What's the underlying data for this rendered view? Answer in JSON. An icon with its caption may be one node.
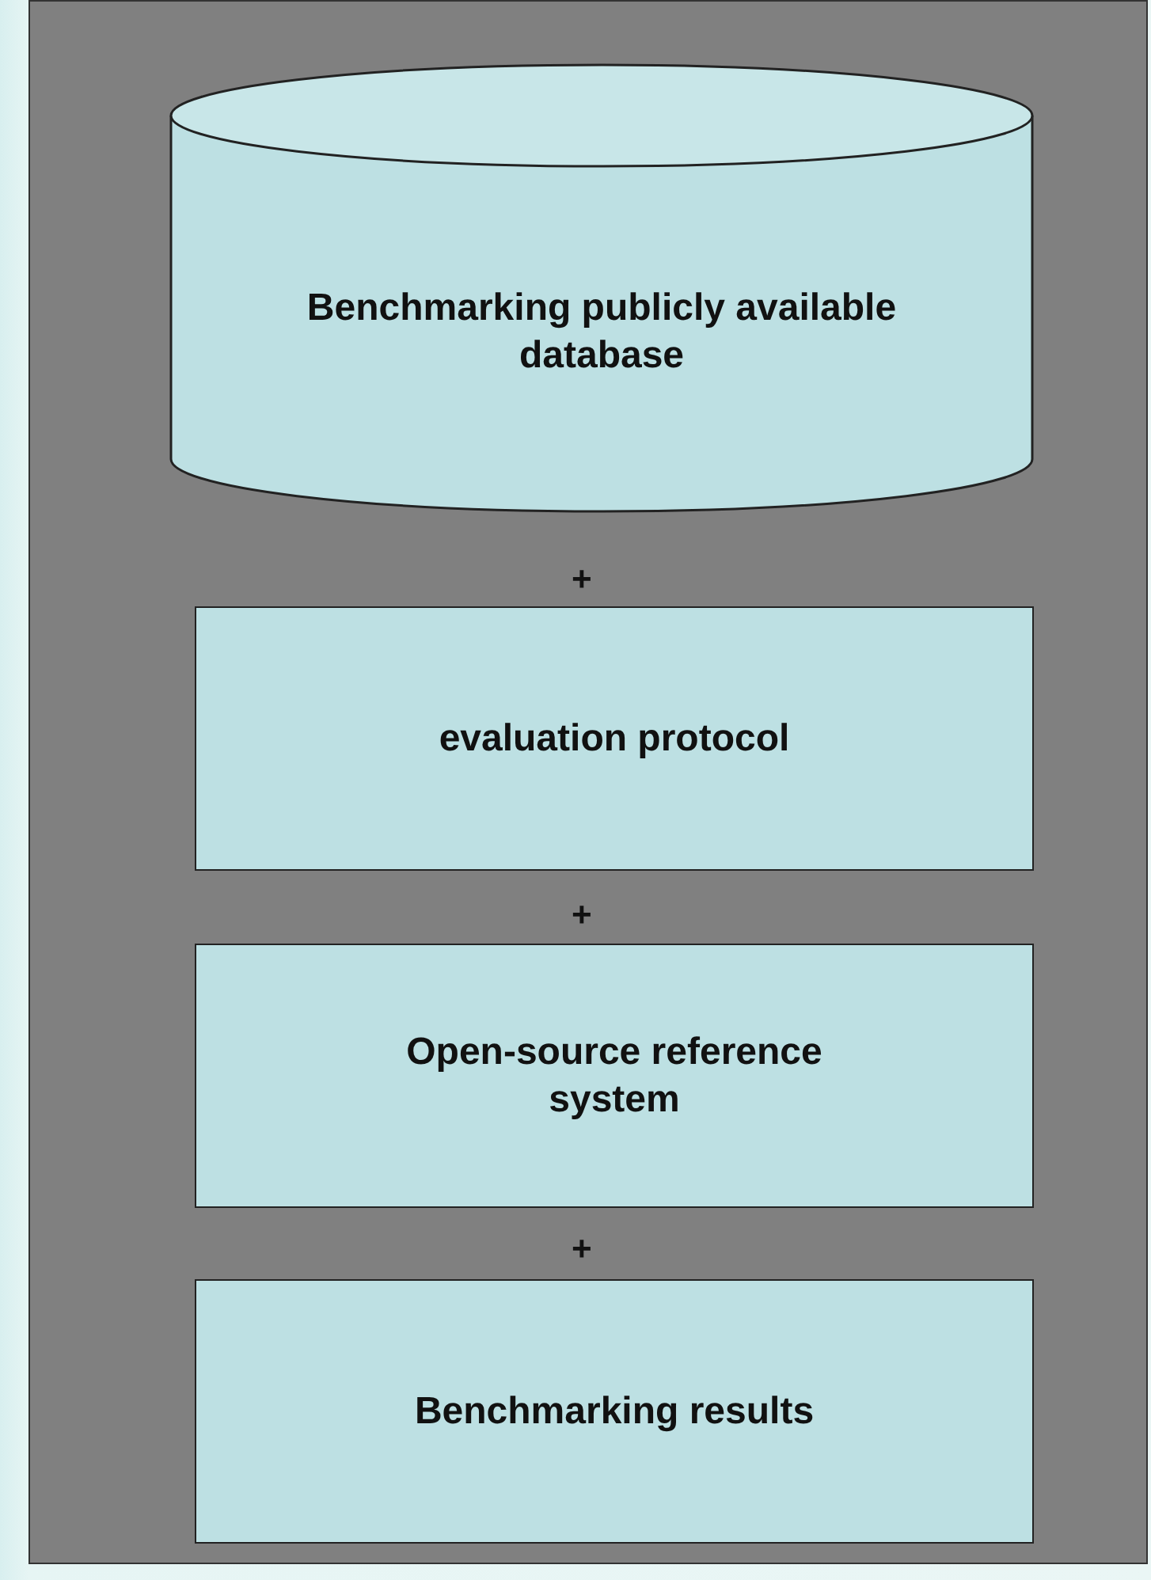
{
  "diagram": {
    "nodes": [
      {
        "text": [
          "Benchmarking publicly available database"
        ]
      },
      {
        "text": [
          "evaluation protocol"
        ]
      },
      {
        "text": [
          "Open-source reference system"
        ]
      },
      {
        "text": [
          "Benchmarking results"
        ]
      }
    ],
    "labels": [
      "+",
      "+",
      "+"
    ]
  }
}
